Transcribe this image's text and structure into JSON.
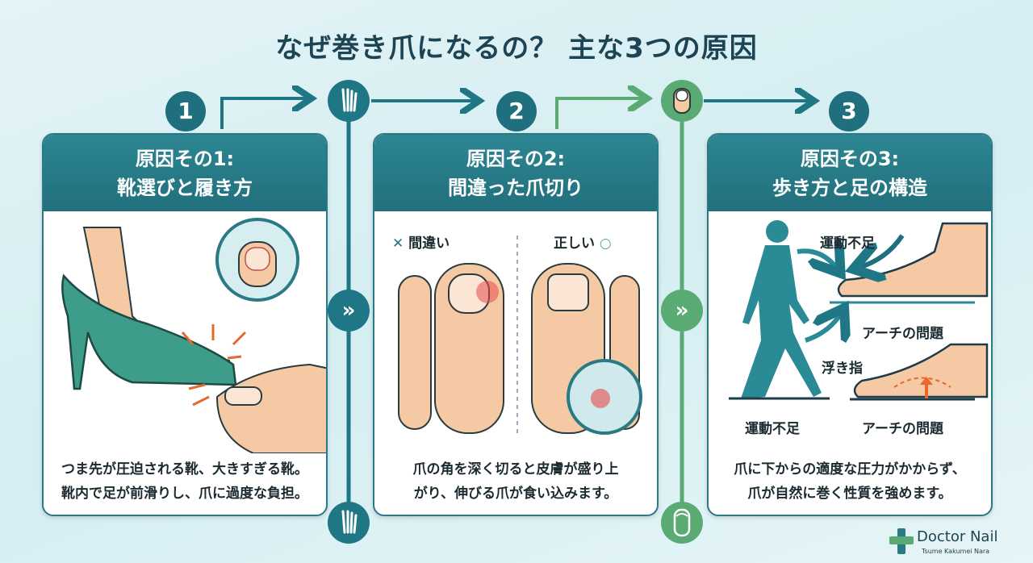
{
  "title": "なぜ巻き爪になるの？ 主な3つの原因",
  "causes": [
    {
      "number": "1",
      "heading_line1": "原因その1:",
      "heading_line2": "靴選びと履き方",
      "desc_line1": "つま先が圧迫される靴、大きすぎる靴。",
      "desc_line2": "靴内で足が前滑りし、爪に過度な負担。"
    },
    {
      "number": "2",
      "heading_line1": "原因その2:",
      "heading_line2": "間違った爪切り",
      "desc_line1": "爪の角を深く切ると皮膚が盛り上",
      "desc_line2": "がり、伸びる爪が食い込みます。",
      "wrong_label": "間違い",
      "right_label": "正しい"
    },
    {
      "number": "3",
      "heading_line1": "原因その3:",
      "heading_line2": "歩き方と足の構造",
      "desc_line1": "爪に下からの適度な圧力がかからず、",
      "desc_line2": "爪が自然に巻く性質を強めます。",
      "label_exercise_top": "運動不足",
      "label_arch_mid": "アーチの問題",
      "label_floating": "浮き指",
      "label_exercise_bottom": "運動不足",
      "label_arch_bottom": "アーチの問題"
    }
  ],
  "chevron": "»",
  "logo": {
    "name": "Doctor Nail",
    "tagline": "Tsume Kakumei Nara"
  },
  "colors": {
    "teal": "#1f7786",
    "green": "#5aab73",
    "title": "#1d4454",
    "skin": "#f5c9a4",
    "accent": "#e8672f"
  }
}
